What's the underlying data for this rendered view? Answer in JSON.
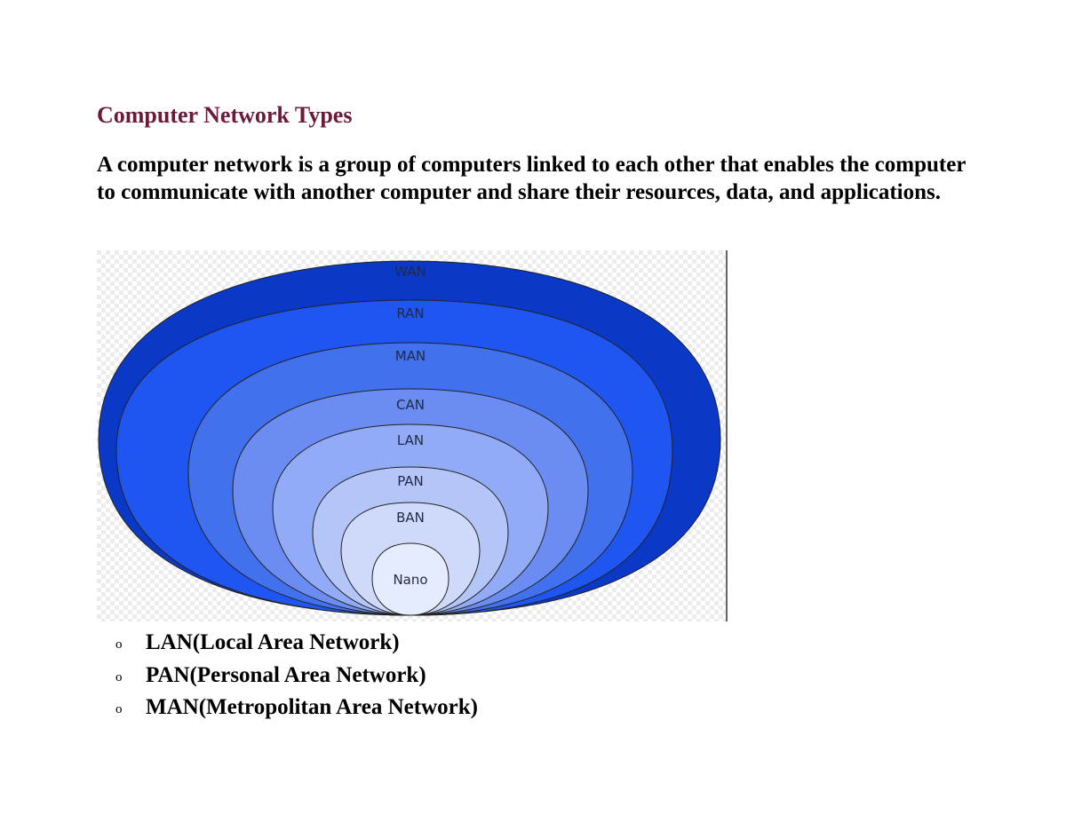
{
  "document": {
    "title": "Computer Network Types",
    "intro": "A computer network is a group of computers linked to each other that enables the computer to communicate with another computer and share their resources, data, and applications."
  },
  "diagram": {
    "layers": [
      {
        "label": "WAN",
        "color": "#0a39c8"
      },
      {
        "label": "RAN",
        "color": "#1f55f0"
      },
      {
        "label": "MAN",
        "color": "#4271ee"
      },
      {
        "label": "CAN",
        "color": "#6b8df3"
      },
      {
        "label": "LAN",
        "color": "#91abf6"
      },
      {
        "label": "PAN",
        "color": "#b4c5f8"
      },
      {
        "label": "BAN",
        "color": "#cfdafb"
      },
      {
        "label": "Nano",
        "color": "#e4ecfd"
      }
    ]
  },
  "list": {
    "marker": "o",
    "items": [
      "LAN(Local Area Network)",
      "PAN(Personal Area Network)",
      "MAN(Metropolitan Area Network)"
    ]
  }
}
